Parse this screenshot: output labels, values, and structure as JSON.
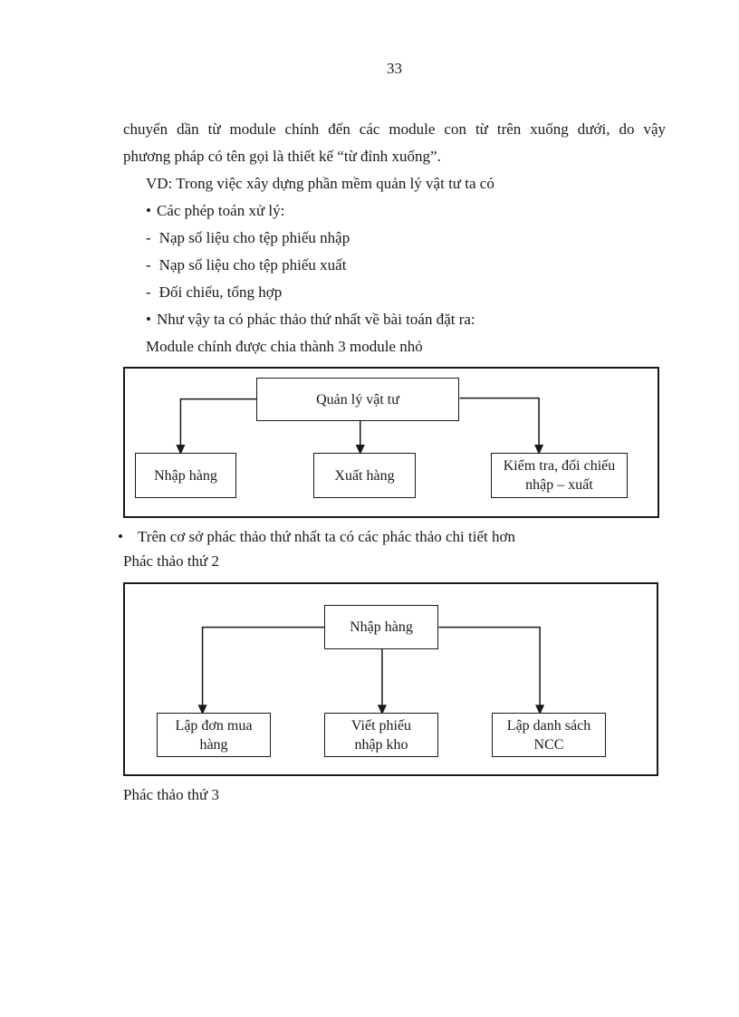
{
  "page": {
    "number": "33"
  },
  "markers": {
    "bullet": "•",
    "dash": "-"
  },
  "paragraph": {
    "line1": "chuyển dần từ module chính đến các module con từ trên xuống dưới, do vậy",
    "line2": "phương pháp có tên gọi là thiết kế “từ đỉnh xuống”."
  },
  "list": {
    "vd": "VD: Trong việc xây dựng phần mềm quản lý vật tư ta có",
    "bullet1": "Các phép toán xử lý:",
    "dash1": "Nạp số liệu cho tệp phiếu nhập",
    "dash2": "Nạp số liệu cho tệp phiếu xuất",
    "dash3": "Đối chiếu, tổng hợp",
    "bullet2": "Như vậy ta có phác thảo thứ nhất về bài toán đặt ra:",
    "module_line": "Module chính được chia thành 3 module nhỏ"
  },
  "section": {
    "bullet3": "Trên cơ sở phác thảo thứ nhất ta có các phác thảo chi tiết hơn",
    "label_draft2": "Phác thảo thứ 2",
    "label_draft3": "Phác thảo thứ 3"
  },
  "diagram1": {
    "root": "Quản lý vật tư",
    "child1": "Nhập hàng",
    "child2": "Xuất hàng",
    "child3": "Kiểm tra, đối chiếu\nnhập – xuất"
  },
  "diagram2": {
    "root": "Nhập hàng",
    "child1": "Lập đơn mua\nhàng",
    "child2": "Viết phiếu\nnhập kho",
    "child3": "Lập danh sách\nNCC"
  }
}
